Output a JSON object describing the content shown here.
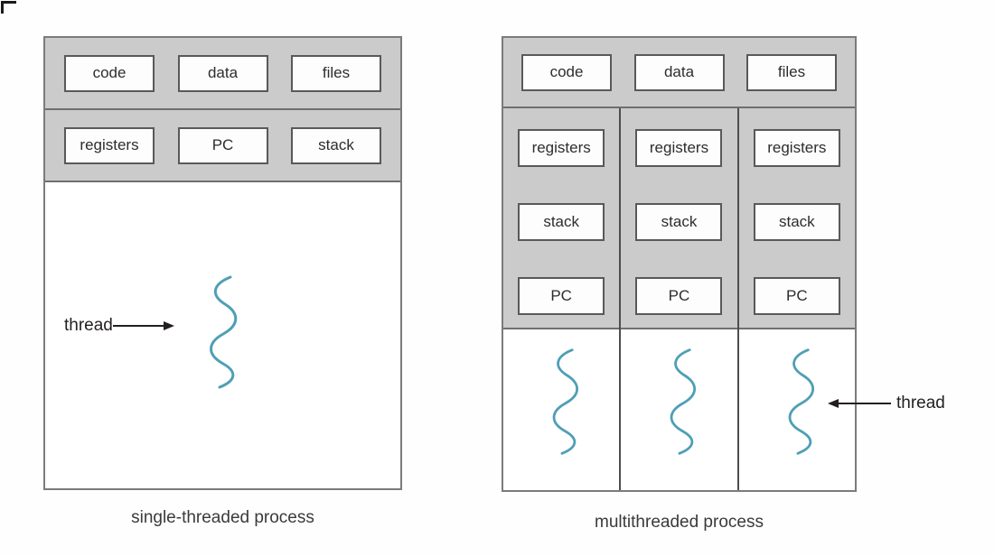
{
  "diagram": {
    "left_panel": {
      "caption": "single-threaded process",
      "top_row": [
        "code",
        "data",
        "files"
      ],
      "second_row": [
        "registers",
        "PC",
        "stack"
      ],
      "thread_label": "thread",
      "thread_count": 1
    },
    "right_panel": {
      "caption": "multithreaded process",
      "top_row": [
        "code",
        "data",
        "files"
      ],
      "column_cells": [
        "registers",
        "stack",
        "PC"
      ],
      "thread_label": "thread",
      "thread_count": 3
    },
    "colors": {
      "shared_region_gray": "#cbcbcb",
      "box_border": "#58595b",
      "panel_border": "#7a7b7d",
      "thread_wave": "#4f9fb6",
      "arrow_and_text": "#231f20"
    }
  }
}
